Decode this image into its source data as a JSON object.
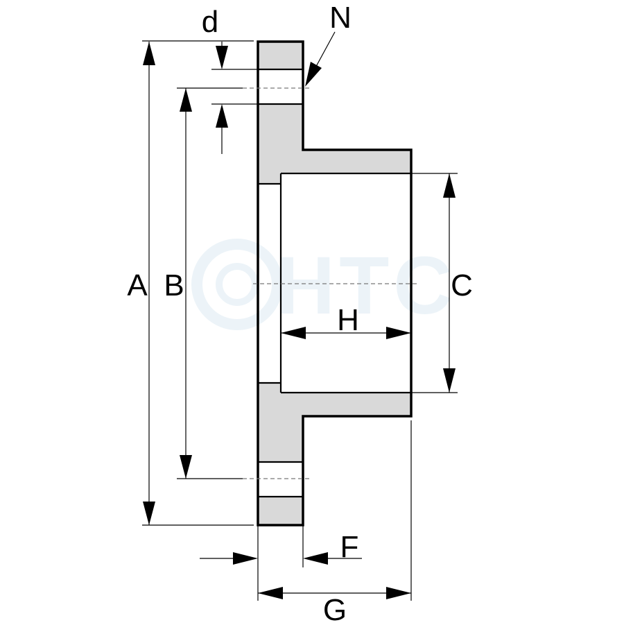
{
  "labels": {
    "d": "d",
    "N": "N",
    "A": "A",
    "B": "B",
    "C": "C",
    "H": "H",
    "F": "F",
    "G": "G"
  },
  "watermark": {
    "text": "HTC",
    "icon": "htc-logo-ring-icon"
  },
  "colors": {
    "section_fill": "#d9d9d9",
    "line": "#000000",
    "watermark": "#e6f0f6"
  }
}
